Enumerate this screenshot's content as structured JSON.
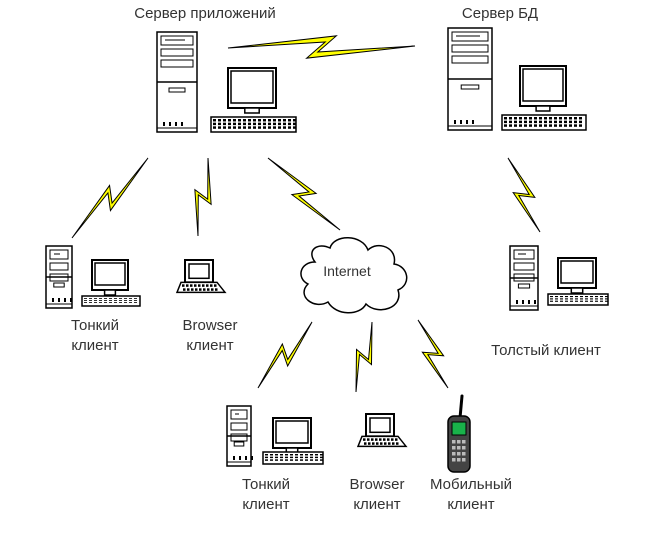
{
  "labels": {
    "app_server": "Сервер приложений",
    "db_server": "Сервер БД",
    "internet": "Internet",
    "thin_client_top": [
      "Тонкий",
      "клиент"
    ],
    "browser_client_top": [
      "Browser",
      "клиент"
    ],
    "thick_client": "Толстый клиент",
    "thin_client_bottom": [
      "Тонкий",
      "клиент"
    ],
    "browser_client_bottom": [
      "Browser",
      "клиент"
    ],
    "mobile_client": [
      "Мобильный",
      "клиент"
    ]
  },
  "icons": {
    "server": "server-computer-icon",
    "pc": "workstation-icon",
    "laptop": "laptop-icon",
    "phone": "mobile-phone-icon",
    "cloud": "cloud-icon",
    "link": "lightning-link-icon"
  },
  "colors": {
    "lightning": "#ffff00",
    "outline": "#000000",
    "screen": "#ffffff",
    "phone_display": "#19b24a",
    "text": "#333333"
  }
}
